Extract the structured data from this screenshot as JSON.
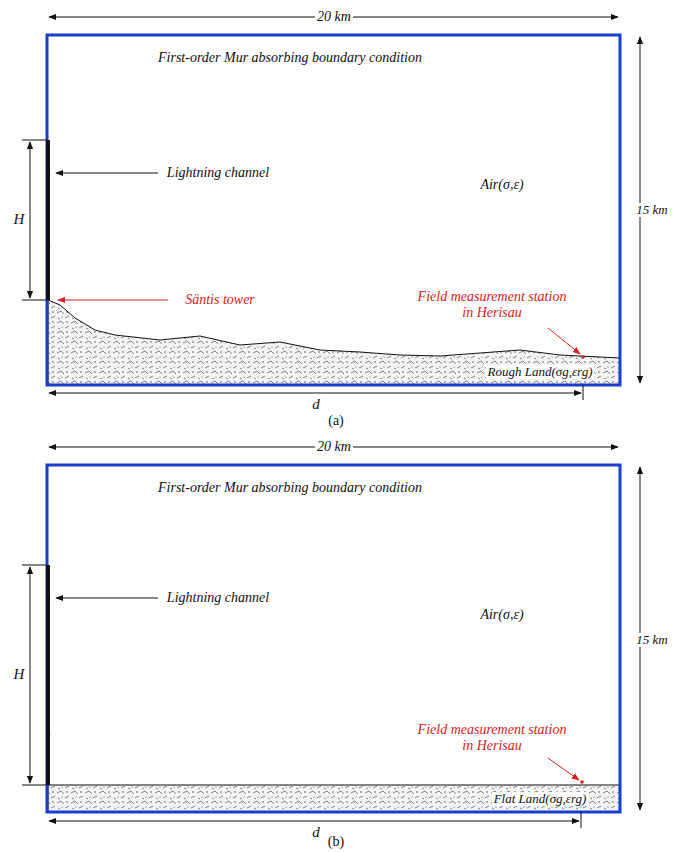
{
  "diagram": {
    "labels": [
      "20 km",
      "First-order Mur absorbing boundary condition",
      "Lightning channel",
      "Air(σ,ε)",
      "H",
      "15 km",
      "Säntis tower",
      "Field measurement station in Herisau",
      "Rough Land(σg,εrg)",
      "d",
      "(a)",
      "20 km",
      "First-order Mur absorbing boundary condition",
      "Air(σ,ε)",
      "Lightning channel",
      "H",
      "15 km",
      "Field measurement station in Herisau",
      "Flat Land(σg,εrg)",
      "d",
      "(b)"
    ]
  }
}
